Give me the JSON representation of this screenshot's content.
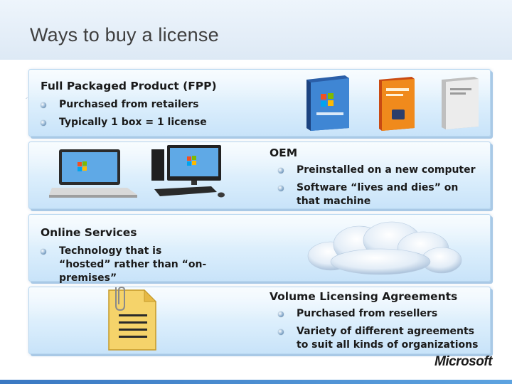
{
  "slide": {
    "title": "Ways to buy a license"
  },
  "panels": [
    {
      "heading": "Full Packaged Product (FPP)",
      "bullets": [
        "Purchased from retailers",
        "Typically 1 box = 1 license"
      ]
    },
    {
      "heading": "OEM",
      "bullets": [
        "Preinstalled on a new computer",
        "Software “lives and dies” on that machine"
      ]
    },
    {
      "heading": "Online Services",
      "bullets": [
        "Technology that is “hosted” rather than “on-premises”"
      ]
    },
    {
      "heading": "Volume Licensing Agreements",
      "bullets": [
        "Purchased from resellers",
        "Variety of different agreements to suit all kinds of organizations"
      ]
    }
  ],
  "logo": "Microsoft",
  "colors": {
    "panel": "#dbeefc",
    "accent": "#3a78c2",
    "document": "#f5d36a"
  },
  "icons": [
    "software-box-icon",
    "laptop-icon",
    "desktop-computer-icon",
    "cloud-icon",
    "document-icon",
    "paperclip-icon",
    "bullet-icon"
  ]
}
